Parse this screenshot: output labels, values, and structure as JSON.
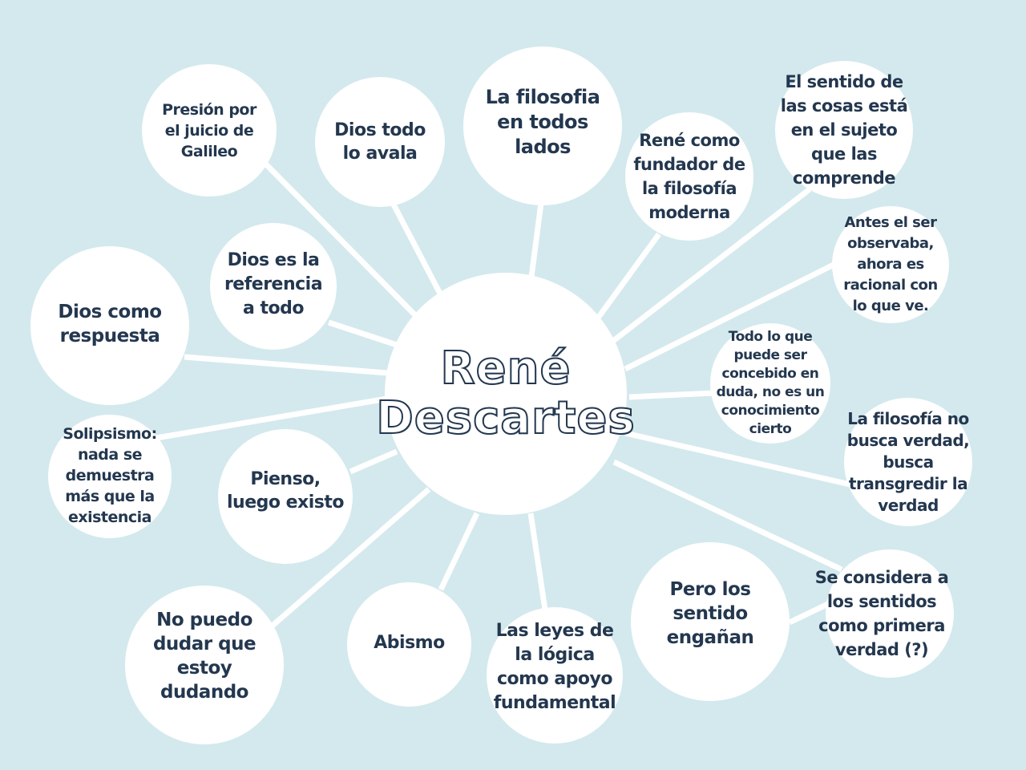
{
  "diagram": {
    "type": "mind-map",
    "background_color": "#d3e9ed",
    "node_color": "#ffffff",
    "text_color": "#23374f",
    "center": {
      "title": "René\nDescartes"
    },
    "nodes": [
      {
        "id": "presion-galileo",
        "text": "Presión por\nel juicio de\nGalileo"
      },
      {
        "id": "dios-todo-avala",
        "text": "Dios todo\nlo avala"
      },
      {
        "id": "filosofia-todos-lados",
        "text": "La filosofia\nen todos\nlados"
      },
      {
        "id": "rene-fundador",
        "text": "René como\nfundador de\nla filosofía\nmoderna"
      },
      {
        "id": "sentido-cosas",
        "text": "El sentido de\nlas cosas está\nen el sujeto\nque las\ncomprende"
      },
      {
        "id": "antes-ser-observaba",
        "text": "Antes el ser\nobservaba,\nahora es\nracional con\nlo que ve."
      },
      {
        "id": "todo-concebido-duda",
        "text": "Todo lo que\npuede ser\nconcebido en\nduda, no es un\nconocimiento\ncierto"
      },
      {
        "id": "filosofia-no-busca-verdad",
        "text": "La filosofía no\nbusca verdad,\nbusca\ntransgredir la\nverdad"
      },
      {
        "id": "sentidos-primera-verdad",
        "text": "Se considera a\nlos sentidos\ncomo primera\nverdad (?)"
      },
      {
        "id": "sentidos-enganan",
        "text": "Pero los\nsentido\nengañan"
      },
      {
        "id": "leyes-logica",
        "text": "Las leyes de\nla lógica\ncomo apoyo\nfundamental"
      },
      {
        "id": "abismo",
        "text": "Abismo"
      },
      {
        "id": "no-puedo-dudar",
        "text": "No puedo\ndudar que\nestoy\ndudando"
      },
      {
        "id": "pienso-existo",
        "text": "Pienso,\nluego existo"
      },
      {
        "id": "solipsismo",
        "text": "Solipsismo:\nnada se\ndemuestra\nmás que la\nexistencia"
      },
      {
        "id": "dios-respuesta",
        "text": "Dios como\nrespuesta"
      },
      {
        "id": "dios-referencia",
        "text": "Dios es la\nreferencia\na todo"
      }
    ]
  }
}
